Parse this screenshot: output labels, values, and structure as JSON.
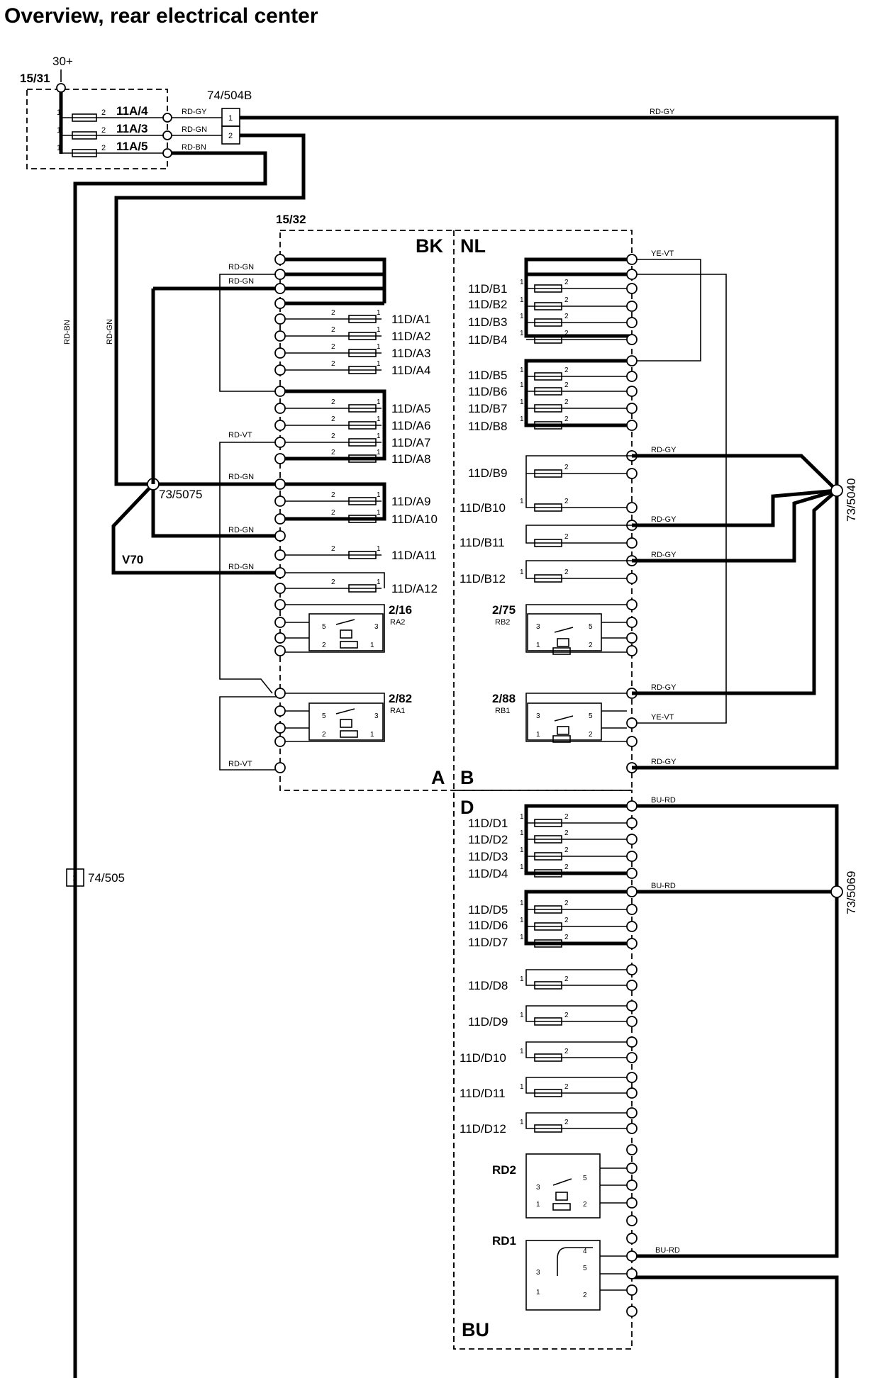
{
  "title": "Overview, rear electrical center",
  "labels": {
    "supply": "30+",
    "ctrl_1531": "15/31",
    "ctrl_1532": "15/32",
    "conn_504b": "74/504B",
    "conn_505": "74/505",
    "conn_505_pin": "1",
    "pin1": "1",
    "pin2": "2",
    "splice_5075": "73/5075",
    "splice_5040": "73/5040",
    "splice_5069": "73/5069",
    "v70": "V70",
    "sec_bk": "BK",
    "sec_nl": "NL",
    "sec_a": "A",
    "sec_b": "B",
    "sec_d": "D",
    "sec_bu": "BU"
  },
  "main_fuses": [
    "11A/4",
    "11A/3",
    "11A/5"
  ],
  "fuses_a": [
    "11D/A1",
    "11D/A2",
    "11D/A3",
    "11D/A4",
    "11D/A5",
    "11D/A6",
    "11D/A7",
    "11D/A8",
    "11D/A9",
    "11D/A10",
    "11D/A11",
    "11D/A12"
  ],
  "fuses_b": [
    "11D/B1",
    "11D/B2",
    "11D/B3",
    "11D/B4",
    "11D/B5",
    "11D/B6",
    "11D/B7",
    "11D/B8",
    "11D/B9",
    "11D/B10",
    "11D/B11",
    "11D/B12"
  ],
  "fuses_d": [
    "11D/D1",
    "11D/D2",
    "11D/D3",
    "11D/D4",
    "11D/D5",
    "11D/D6",
    "11D/D7",
    "11D/D8",
    "11D/D9",
    "11D/D10",
    "11D/D11",
    "11D/D12"
  ],
  "relays": {
    "ra2_ref": "2/16",
    "ra2": "RA2",
    "ra1_ref": "2/82",
    "ra1": "RA1",
    "rb2_ref": "2/75",
    "rb2": "RB2",
    "rb1_ref": "2/88",
    "rb1": "RB1",
    "rd2": "RD2",
    "rd1": "RD1"
  },
  "relay_pins": {
    "p1": "1",
    "p2": "2",
    "p3": "3",
    "p4": "4",
    "p5": "5"
  },
  "wires": {
    "rd_gy": "RD-GY",
    "rd_gn": "RD-GN",
    "rd_bn": "RD-BN",
    "rd_vt": "RD-VT",
    "ye_vt": "YE-VT",
    "bu_rd": "BU-RD"
  },
  "colors": {
    "line": "#000000",
    "background": "#ffffff"
  }
}
